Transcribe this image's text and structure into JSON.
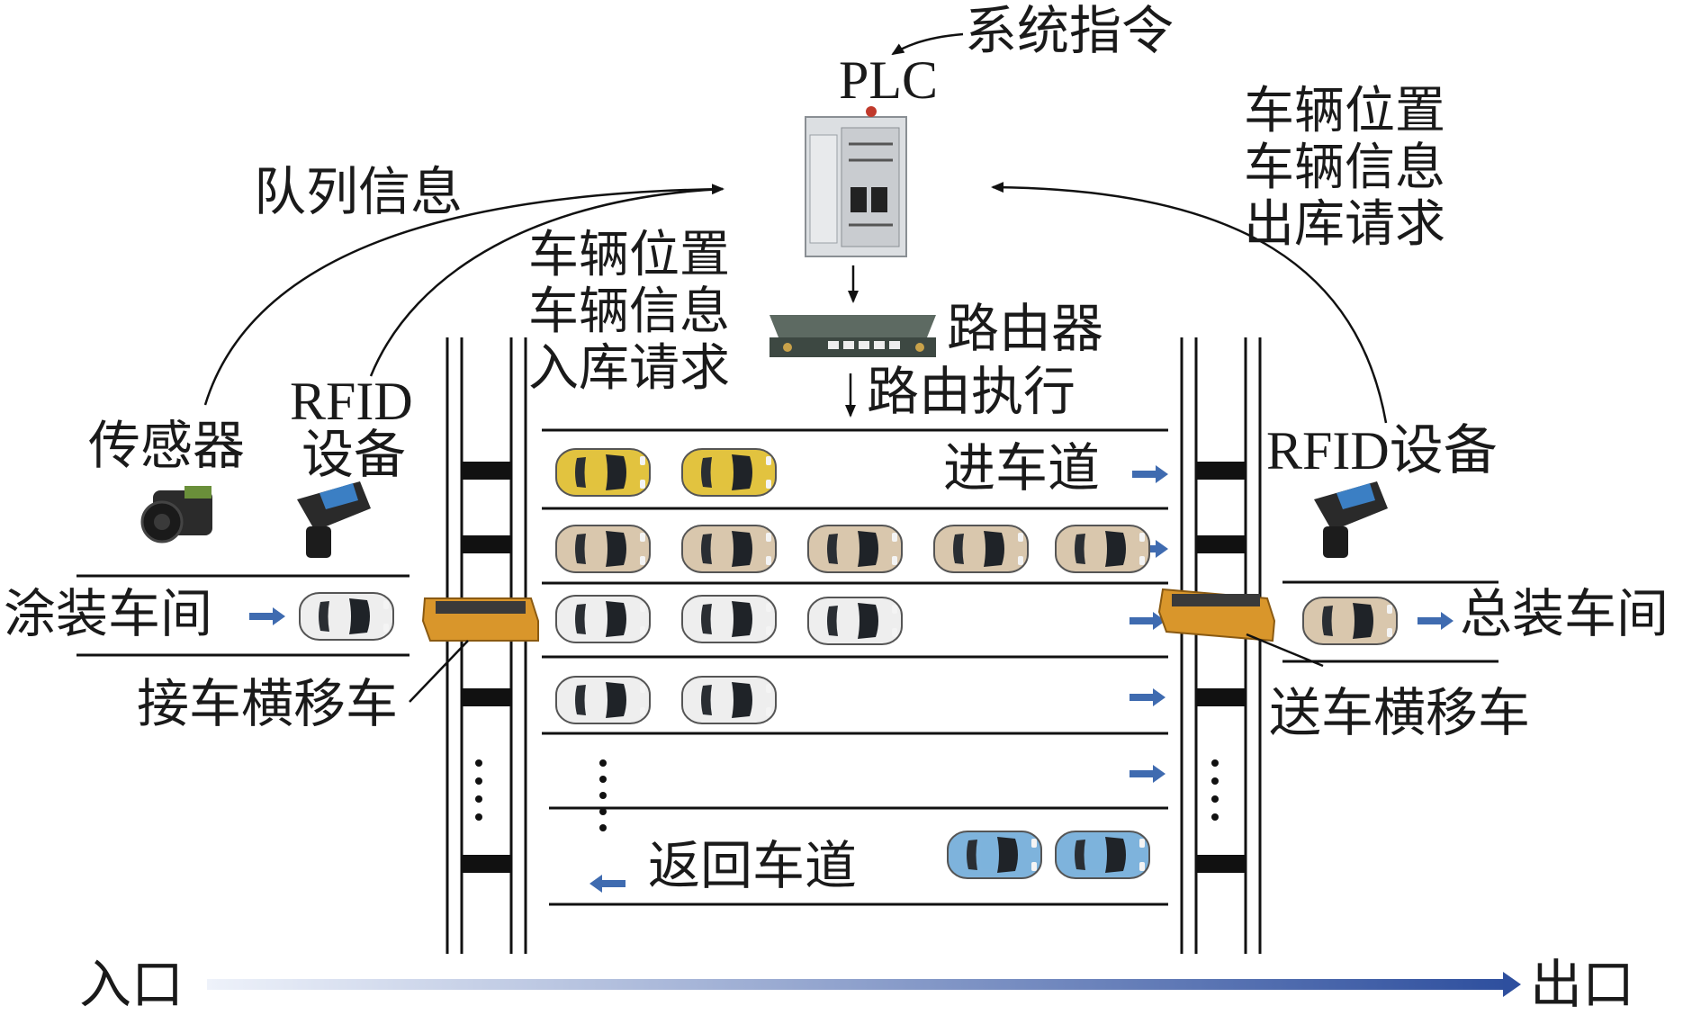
{
  "labels": {
    "system_cmd": "系统指令",
    "plc": "PLC",
    "queue_info": "队列信息",
    "router": "路由器",
    "route_exec": "路由执行",
    "sensor": "传感器",
    "rfid_left_1": "RFID",
    "rfid_left_2": "设备",
    "rfid_right": "RFID设备",
    "paint_shop": "涂装车间",
    "assembly_shop": "总装车间",
    "pickup_shuttle": "接车横移车",
    "delivery_shuttle": "送车横移车",
    "entry_lane": "进车道",
    "return_lane": "返回车道",
    "entrance": "入口",
    "exit": "出口"
  },
  "left_info": [
    "车辆位置",
    "车辆信息",
    "入库请求"
  ],
  "right_info": [
    "车辆位置",
    "车辆信息",
    "出库请求"
  ],
  "lanes": [
    {
      "cars": 2,
      "color": "yellow",
      "direction": "right"
    },
    {
      "cars": 5,
      "color": "beige",
      "direction": "right"
    },
    {
      "cars": 3,
      "color": "white",
      "direction": "right"
    },
    {
      "cars": 2,
      "color": "white",
      "direction": "right"
    },
    {
      "cars": 0,
      "color": "none",
      "direction": "right"
    },
    {
      "cars": 2,
      "color": "blue",
      "direction": "left"
    }
  ],
  "colors": {
    "arrow_blue": "#3f6bb0",
    "car_yellow": "#e2c33f",
    "car_beige": "#d9c7ad",
    "car_white": "#eeeeee",
    "car_blue": "#7eb3dc",
    "shuttle_orange": "#d9962b",
    "flow_start": "#eef2fa",
    "flow_end": "#2e4f9e"
  }
}
